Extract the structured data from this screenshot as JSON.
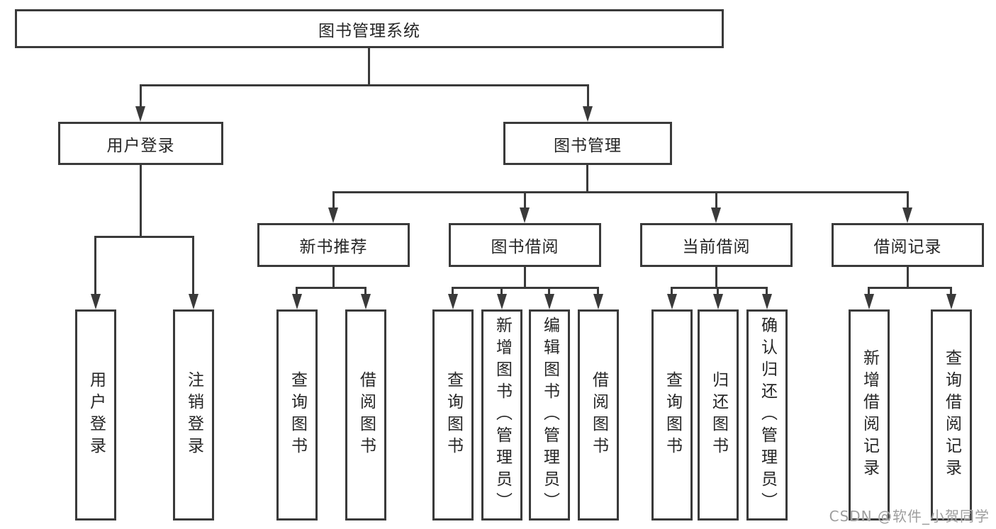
{
  "title": {
    "label": "图书管理系统"
  },
  "level2": [
    {
      "label": "用户登录"
    },
    {
      "label": "图书管理"
    }
  ],
  "level3": [
    {
      "label": "新书推荐"
    },
    {
      "label": "图书借阅"
    },
    {
      "label": "当前借阅"
    },
    {
      "label": "借阅记录"
    }
  ],
  "leaves": [
    {
      "label": "用户登录"
    },
    {
      "label": "注销登录"
    },
    {
      "label": "查询图书"
    },
    {
      "label": "借阅图书"
    },
    {
      "label": "查询图书"
    },
    {
      "label": "新增图书（管理员）"
    },
    {
      "label": "编辑图书（管理员）"
    },
    {
      "label": "借阅图书"
    },
    {
      "label": "查询图书"
    },
    {
      "label": "归还图书"
    },
    {
      "label": "确认归还（管理员）"
    },
    {
      "label": "新增借阅记录"
    },
    {
      "label": "查询借阅记录"
    }
  ],
  "watermark": {
    "text": "CSDN @软件_小贺同学"
  },
  "colors": {
    "line": "#3a3a3a",
    "text": "#262626",
    "background": "#ffffff",
    "watermark": "#9e9e9e"
  }
}
